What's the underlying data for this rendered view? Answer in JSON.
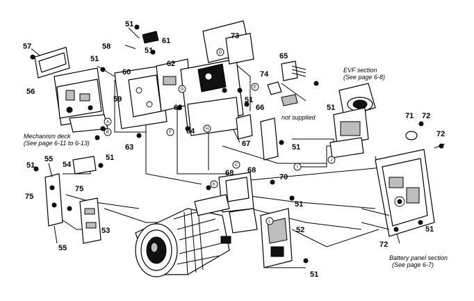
{
  "labels": {
    "l51a": "51",
    "l58": "58",
    "l61": "61",
    "l57": "57",
    "l51b": "51",
    "l62": "62",
    "l56": "56",
    "l51c": "51",
    "l60": "60",
    "l59": "59",
    "l63a": "63",
    "l63b": "63",
    "l73": "73",
    "l65": "65",
    "l74": "74",
    "l51d": "51",
    "l66": "66",
    "l64": "64",
    "l67": "67",
    "l68a": "68",
    "l68b": "68",
    "l51e": "51",
    "l51f": "51",
    "l71": "71",
    "l72a": "72",
    "l72b": "72",
    "l51g": "51",
    "l55a": "55",
    "l54": "54",
    "l51h": "51",
    "l75a": "75",
    "l75b": "75",
    "l53": "53",
    "l55b": "55",
    "l70": "70",
    "l51i": "51",
    "l52": "52",
    "l51j": "51",
    "l51k": "51",
    "l72c": "72"
  },
  "notes": {
    "evf_title": "EVF section",
    "evf_ref": "(See page 6-8)",
    "not_supplied": "not supplied",
    "mech_title": "Mechanism deck",
    "mech_ref": "(See page 6-11 to 6-13)",
    "battery_title": "Battery panel section",
    "battery_ref": "(See page 6-7)"
  },
  "markers": {
    "a": "A",
    "b": "B",
    "c": "C",
    "d": "D",
    "e": "E",
    "f": "F",
    "g": "G",
    "h": "H",
    "i": "I",
    "j": "J",
    "k": "K",
    "l": "L"
  }
}
